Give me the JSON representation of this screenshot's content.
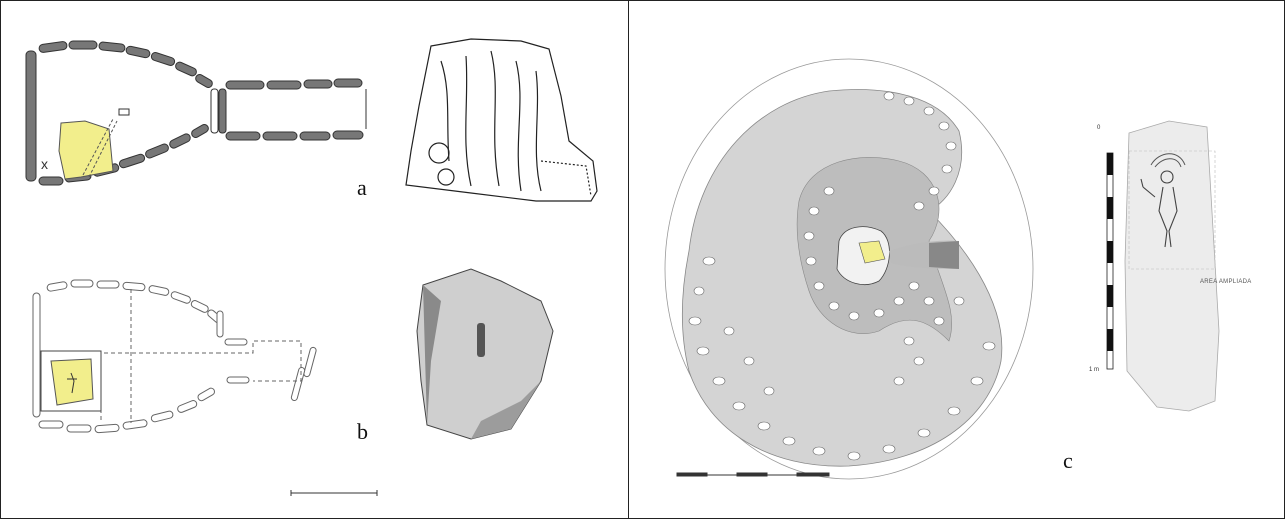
{
  "figure": {
    "panel_a_label": "a",
    "panel_b_label": "b",
    "panel_c_label": "c",
    "stela_scale_top": "0",
    "stela_scale_bottom": "1 m",
    "stela_area_label": "AREA AMPLIADA"
  },
  "colors": {
    "highlight": "#f2ee8c",
    "stone_fill": "#777777",
    "mound_fill": "#d4d4d4",
    "mound_light": "#e6e6e6",
    "frame": "#222222"
  }
}
